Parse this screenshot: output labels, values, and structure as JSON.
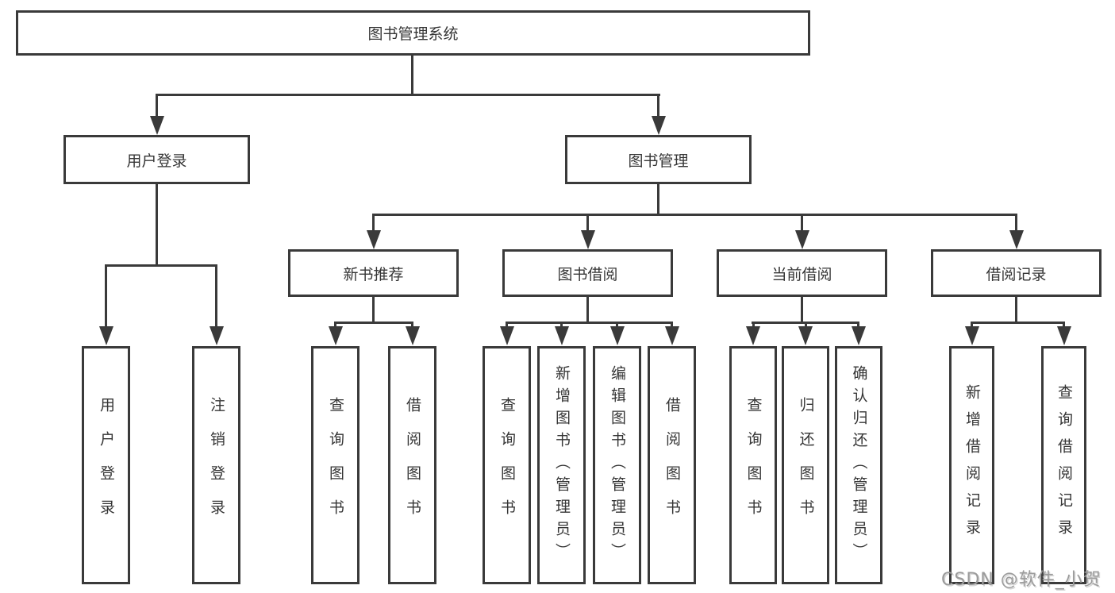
{
  "colors": {
    "line": "#3a3a3a",
    "text": "#353535",
    "watermark": "#9b9b9b",
    "box_bg": "#ffffff"
  },
  "nodes": {
    "root": "图书管理系统",
    "level2": [
      "用户登录",
      "图书管理"
    ],
    "level3": [
      "新书推荐",
      "图书借阅",
      "当前借阅",
      "借阅记录"
    ],
    "leaves_user": [
      "用户登录",
      "注销登录"
    ],
    "leaves_recommend": [
      "查询图书",
      "借阅图书"
    ],
    "leaves_borrow": [
      "查询图书",
      "新增图书（管理员）",
      "编辑图书（管理员）",
      "借阅图书"
    ],
    "leaves_current": [
      "查询图书",
      "归还图书",
      "确认归还（管理员）"
    ],
    "leaves_records": [
      "新增借阅记录",
      "查询借阅记录"
    ]
  },
  "watermark": "CSDN @软件_小贺同学"
}
